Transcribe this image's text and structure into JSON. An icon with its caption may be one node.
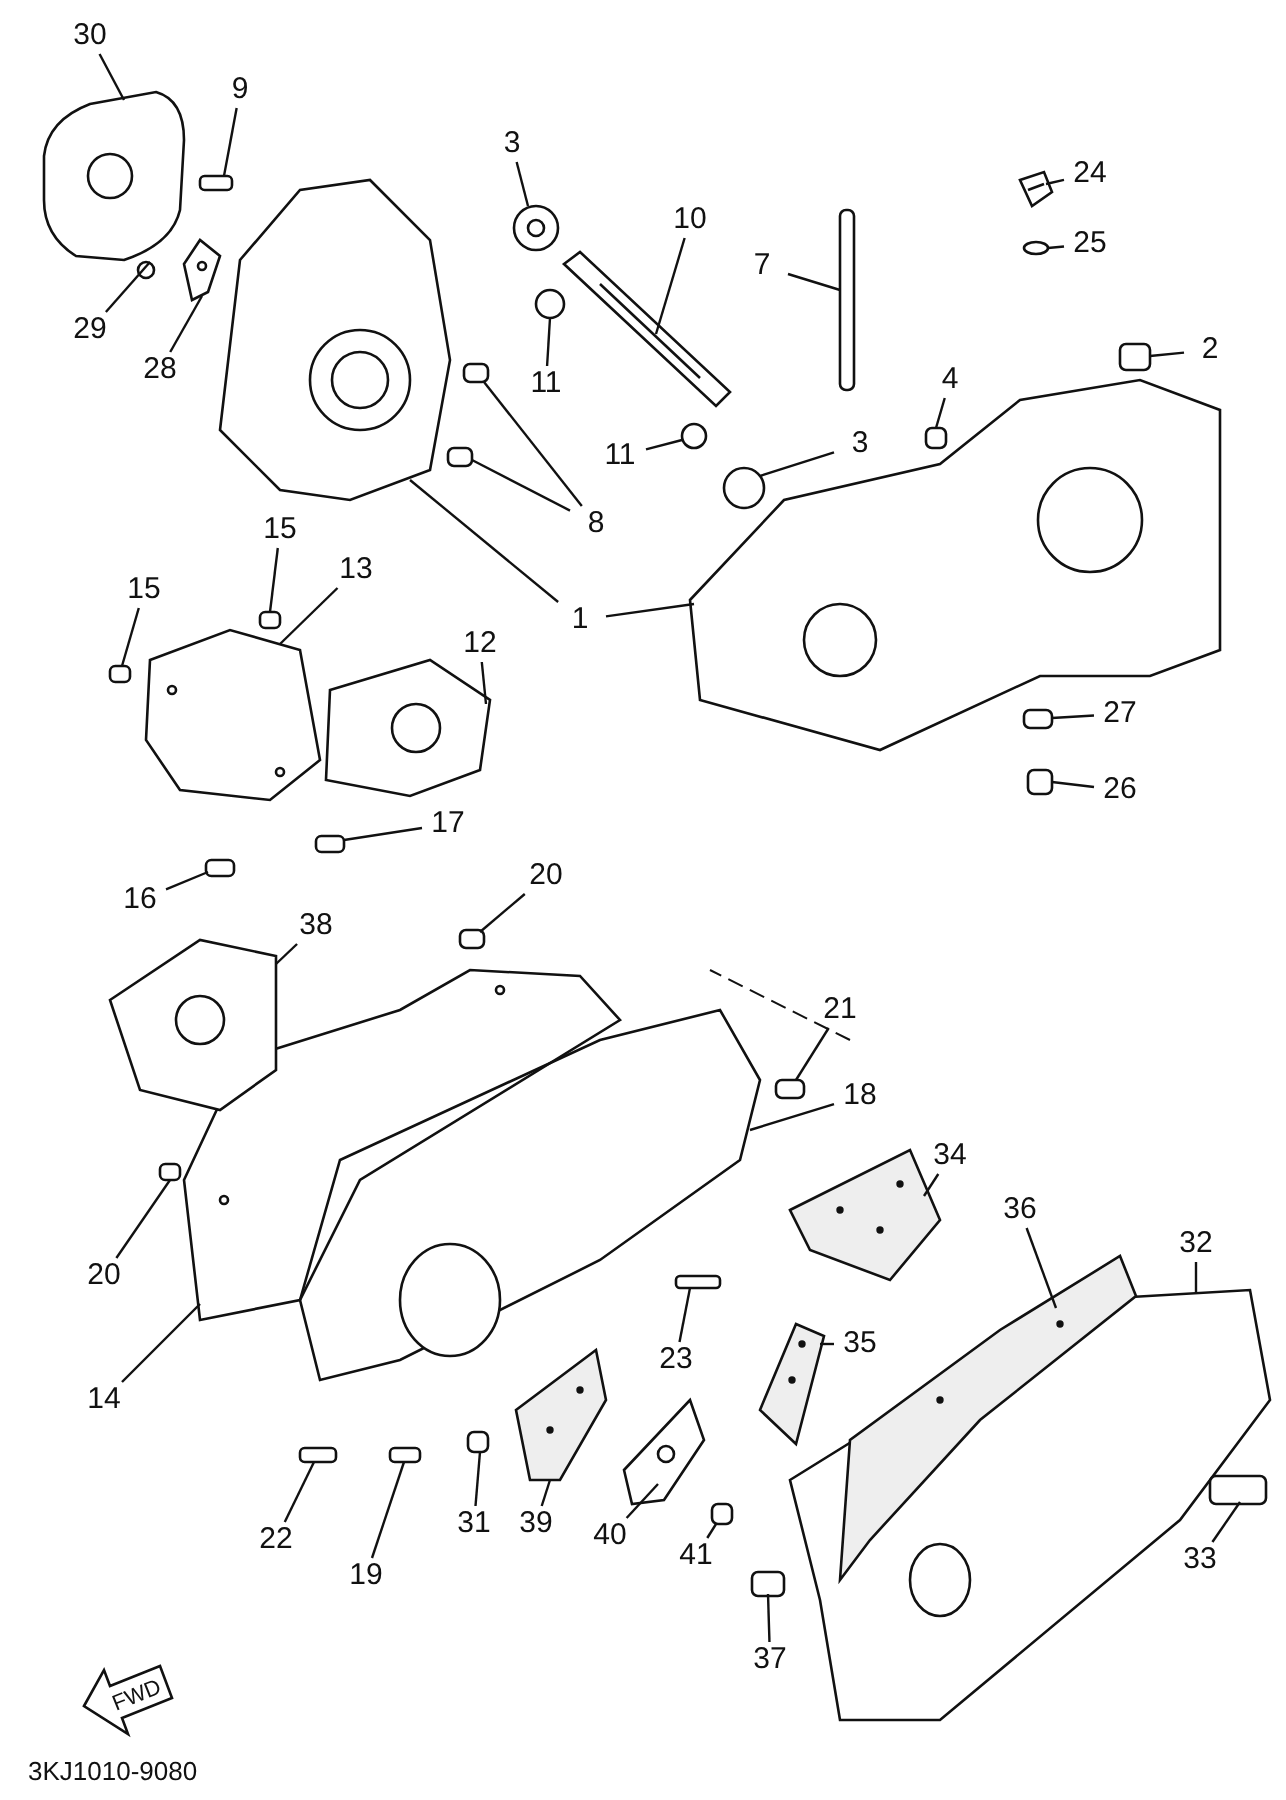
{
  "diagram": {
    "nodes": [
      {
        "text": [
          "30"
        ]
      },
      {
        "text": [
          "9"
        ]
      },
      {
        "text": [
          "3"
        ]
      },
      {
        "text": [
          "24"
        ]
      },
      {
        "text": [
          "10"
        ]
      },
      {
        "text": [
          "25"
        ]
      },
      {
        "text": [
          "7"
        ]
      },
      {
        "text": [
          "29"
        ]
      },
      {
        "text": [
          "2"
        ]
      },
      {
        "text": [
          "28"
        ]
      },
      {
        "text": [
          "4"
        ]
      },
      {
        "text": [
          "11"
        ]
      },
      {
        "text": [
          "3"
        ]
      },
      {
        "text": [
          "11"
        ]
      },
      {
        "text": [
          "8"
        ]
      },
      {
        "text": [
          "15"
        ]
      },
      {
        "text": [
          "13"
        ]
      },
      {
        "text": [
          "15"
        ]
      },
      {
        "text": [
          "1"
        ]
      },
      {
        "text": [
          "12"
        ]
      },
      {
        "text": [
          "27"
        ]
      },
      {
        "text": [
          "26"
        ]
      },
      {
        "text": [
          "17"
        ]
      },
      {
        "text": [
          "20"
        ]
      },
      {
        "text": [
          "16"
        ]
      },
      {
        "text": [
          "38"
        ]
      },
      {
        "text": [
          "21"
        ]
      },
      {
        "text": [
          "18"
        ]
      },
      {
        "text": [
          "34"
        ]
      },
      {
        "text": [
          "36"
        ]
      },
      {
        "text": [
          "32"
        ]
      },
      {
        "text": [
          "20"
        ]
      },
      {
        "text": [
          "35"
        ]
      },
      {
        "text": [
          "23"
        ]
      },
      {
        "text": [
          "14"
        ]
      },
      {
        "text": [
          "31"
        ]
      },
      {
        "text": [
          "39"
        ]
      },
      {
        "text": [
          "40"
        ]
      },
      {
        "text": [
          "22"
        ]
      },
      {
        "text": [
          "41"
        ]
      },
      {
        "text": [
          "33"
        ]
      },
      {
        "text": [
          "19"
        ]
      },
      {
        "text": [
          "37"
        ]
      },
      {
        "text": [],
        "shape": "picture"
      },
      {
        "text": [],
        "shape": "box"
      },
      {
        "text": [],
        "shape": "picture"
      },
      {
        "text": [],
        "shape": "picture"
      },
      {
        "text": [],
        "shape": "picture"
      },
      {
        "text": [],
        "shape": "circle"
      },
      {
        "text": [],
        "shape": "box"
      },
      {
        "text": [],
        "shape": "circle"
      },
      {
        "text": [],
        "shape": "box"
      },
      {
        "text": [],
        "shape": "picture"
      },
      {
        "text": [],
        "shape": "box"
      },
      {
        "text": [],
        "shape": "circle"
      },
      {
        "text": [],
        "shape": "circle"
      },
      {
        "text": [],
        "shape": "circle"
      },
      {
        "text": [],
        "shape": "box"
      },
      {
        "text": [],
        "shape": "box"
      },
      {
        "text": [],
        "shape": "box"
      },
      {
        "text": [],
        "shape": "picture"
      },
      {
        "text": [],
        "shape": "box"
      },
      {
        "text": [],
        "shape": "picture"
      },
      {
        "text": [],
        "shape": "picture"
      },
      {
        "text": [],
        "shape": "picture"
      },
      {
        "text": [],
        "shape": "box"
      },
      {
        "text": [],
        "shape": "box"
      },
      {
        "text": [],
        "shape": "box"
      },
      {
        "text": [],
        "shape": "box"
      },
      {
        "text": [],
        "shape": "box"
      },
      {
        "text": [],
        "shape": "picture"
      },
      {
        "text": [],
        "shape": "box"
      },
      {
        "text": [],
        "shape": "picture"
      },
      {
        "text": [],
        "shape": "picture"
      },
      {
        "text": [],
        "shape": "picture"
      },
      {
        "text": [],
        "shape": "picture"
      },
      {
        "text": [],
        "shape": "box"
      },
      {
        "text": [],
        "shape": "picture"
      },
      {
        "text": [],
        "shape": "box"
      },
      {
        "text": [],
        "shape": "picture"
      },
      {
        "text": [],
        "shape": "box"
      },
      {
        "text": [],
        "shape": "picture"
      },
      {
        "text": [],
        "shape": "picture"
      },
      {
        "text": [],
        "shape": "box"
      },
      {
        "text": [],
        "shape": "box"
      },
      {
        "text": [],
        "shape": "box"
      },
      {
        "text": [],
        "shape": "box"
      },
      {
        "text": [],
        "shape": "box"
      }
    ],
    "edges": [
      {
        "from": 0,
        "to": 43,
        "arrow": "none"
      },
      {
        "from": 1,
        "to": 44,
        "arrow": "none"
      },
      {
        "from": 2,
        "to": 45,
        "arrow": "none"
      },
      {
        "from": 3,
        "to": 46,
        "arrow": "none"
      },
      {
        "from": 4,
        "to": 47,
        "arrow": "none"
      },
      {
        "from": 5,
        "to": 48,
        "arrow": "none"
      },
      {
        "from": 6,
        "to": 49,
        "arrow": "none"
      },
      {
        "from": 7,
        "to": 50,
        "arrow": "none"
      },
      {
        "from": 8,
        "to": 51,
        "arrow": "none"
      },
      {
        "from": 9,
        "to": 52,
        "arrow": "none"
      },
      {
        "from": 10,
        "to": 53,
        "arrow": "none"
      },
      {
        "from": 11,
        "to": 54,
        "arrow": "none"
      },
      {
        "from": 12,
        "to": 55,
        "arrow": "none"
      },
      {
        "from": 13,
        "to": 56,
        "arrow": "none"
      },
      {
        "from": 14,
        "to": 57,
        "arrow": "none"
      },
      {
        "from": 14,
        "to": 58,
        "arrow": "none"
      },
      {
        "from": 15,
        "to": 59,
        "arrow": "none"
      },
      {
        "from": 16,
        "to": 60,
        "arrow": "none"
      },
      {
        "from": 17,
        "to": 61,
        "arrow": "none"
      },
      {
        "from": 18,
        "to": 62,
        "arrow": "none"
      },
      {
        "from": 18,
        "to": 63,
        "arrow": "none"
      },
      {
        "from": 19,
        "to": 64,
        "arrow": "none"
      },
      {
        "from": 20,
        "to": 65,
        "arrow": "none"
      },
      {
        "from": 21,
        "to": 66,
        "arrow": "none"
      },
      {
        "from": 22,
        "to": 67,
        "arrow": "none"
      },
      {
        "from": 23,
        "to": 68,
        "arrow": "none"
      },
      {
        "from": 24,
        "to": 69,
        "arrow": "none"
      },
      {
        "from": 25,
        "to": 70,
        "arrow": "none"
      },
      {
        "from": 26,
        "to": 71,
        "arrow": "none"
      },
      {
        "from": 27,
        "to": 72,
        "arrow": "none"
      },
      {
        "from": 28,
        "to": 73,
        "arrow": "none"
      },
      {
        "from": 29,
        "to": 74,
        "arrow": "none"
      },
      {
        "from": 30,
        "to": 75,
        "arrow": "none"
      },
      {
        "from": 31,
        "to": 76,
        "arrow": "none"
      },
      {
        "from": 32,
        "to": 77,
        "arrow": "none"
      },
      {
        "from": 33,
        "to": 78,
        "arrow": "none"
      },
      {
        "from": 34,
        "to": 79,
        "arrow": "none"
      },
      {
        "from": 35,
        "to": 80,
        "arrow": "none"
      },
      {
        "from": 36,
        "to": 81,
        "arrow": "none"
      },
      {
        "from": 37,
        "to": 82,
        "arrow": "none"
      },
      {
        "from": 38,
        "to": 83,
        "arrow": "none"
      },
      {
        "from": 39,
        "to": 84,
        "arrow": "none"
      },
      {
        "from": 40,
        "to": 85,
        "arrow": "none"
      },
      {
        "from": 41,
        "to": 86,
        "arrow": "none"
      },
      {
        "from": 42,
        "to": 87,
        "arrow": "none"
      }
    ],
    "labels": [
      "FWD",
      "3KJ1010-9080"
    ]
  }
}
